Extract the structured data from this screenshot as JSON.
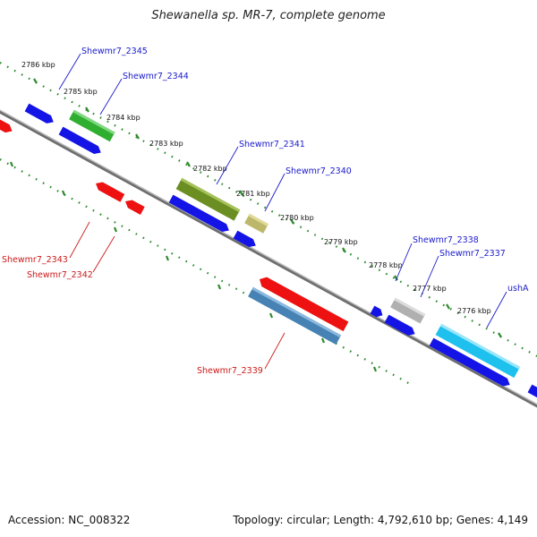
{
  "title": "Shewanella sp. MR-7, complete genome",
  "footer": {
    "accession": "Accession: NC_008322",
    "topology": "Topology: circular; Length: 4,792,610 bp; Genes: 4,149"
  },
  "colors": {
    "backbone": "#7f7f7f",
    "tick": "#2e8b2e",
    "forward_label": "#1a1acc",
    "reverse_label": "#cc1a1a"
  },
  "kbp_labels": [
    "2786 kbp",
    "2785 kbp",
    "2784 kbp",
    "2783 kbp",
    "2782 kbp",
    "2781 kbp",
    "2780 kbp",
    "2779 kbp",
    "2778 kbp",
    "2777 kbp",
    "2776 kbp"
  ],
  "gene_labels": [
    "Shewmr7_2345",
    "Shewmr7_2344",
    "Shewmr7_2341",
    "Shewmr7_2340",
    "Shewmr7_2338",
    "Shewmr7_2337",
    "ushA",
    "Shewmr7_2343",
    "Shewmr7_2342",
    "Shewmr7_2339"
  ]
}
